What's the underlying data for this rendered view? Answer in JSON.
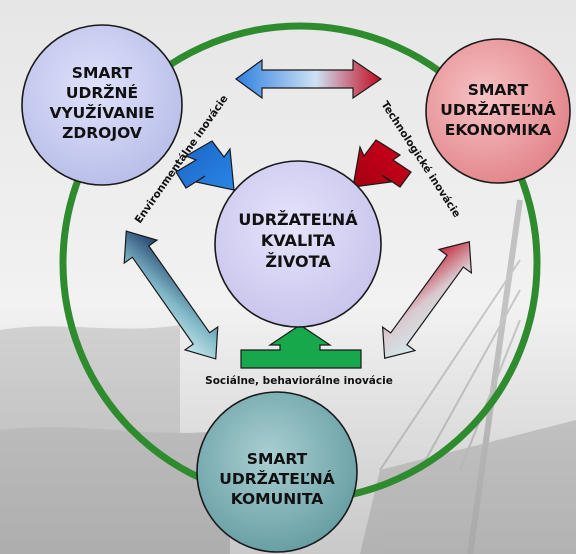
{
  "nodes": {
    "resources": {
      "lines": [
        "SMART",
        "UDRŽNÉ",
        "VYUŽÍVANIE",
        "ZDROJOV"
      ],
      "fill": "#cfd3f3"
    },
    "economy": {
      "lines": [
        "SMART",
        "UDRŽATEĽNÁ",
        "EKONOMIKA"
      ],
      "fill": "#ef9a9c"
    },
    "community": {
      "lines": [
        "SMART",
        "UDRŽATEĽNÁ",
        "KOMUNITA"
      ],
      "fill": "#88b8bd"
    },
    "center": {
      "lines": [
        "UDRŽATEĽNÁ",
        "KVALITA",
        "ŽIVOTA"
      ],
      "fill": "#d7d4f1"
    }
  },
  "innovations": {
    "environmental": "Environmentálne inovácie",
    "technological": "Technologické inovácie",
    "social": "Sociálne, behaviorálne inovácie"
  },
  "colors": {
    "ring": "#2e8b2e",
    "blue_arrow": "#1d6fd0",
    "red_arrow": "#c00018",
    "green_arrow": "#16a84a",
    "navy_arrow": "#17336b",
    "teal_light": "#cfeff2",
    "outline": "#1a1a1a"
  }
}
